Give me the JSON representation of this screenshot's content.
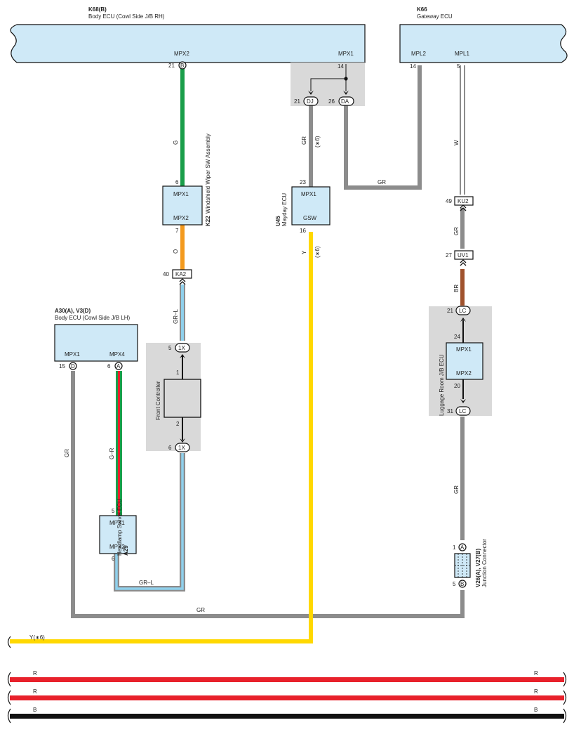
{
  "components": {
    "k68": {
      "code": "K68(B)",
      "name": "Body ECU (Cowl Side J/B RH)",
      "pin_mpx2": "MPX2",
      "pin_mpx1": "MPX1"
    },
    "k66": {
      "code": "K66",
      "name": "Gateway ECU",
      "pin_mpl2": "MPL2",
      "pin_mpl1": "MPL1"
    },
    "k22": {
      "code": "K22",
      "name": "Windshield Wiper SW Assembly",
      "pin_top": "MPX1",
      "pin_bottom": "MPX2"
    },
    "u45": {
      "code": "U45",
      "name": "Mayday ECU",
      "pin_top": "MPX1",
      "pin_bottom": "GSW"
    },
    "a30": {
      "code": "A30(A), V3(D)",
      "name": "Body ECU (Cowl Side J/B LH)",
      "pin_mpx1": "MPX1",
      "pin_mpx4": "MPX4"
    },
    "front_controller": {
      "name": "Front Controller",
      "pin_top": "1",
      "pin_bottom": "2"
    },
    "a29": {
      "code": "A29",
      "name": "Headlamp Swivel ECU",
      "pin_top": "MPX1",
      "pin_bottom": "MPX2"
    },
    "luggage": {
      "name": "Luggage Room J/B ECU",
      "pin_top": "MPX1",
      "pin_bottom": "MPX2"
    },
    "v26": {
      "code": "V26(A), V27(B)",
      "name": "Junction Connector"
    }
  },
  "pins": {
    "k68_mpx2": "21",
    "k68_mpx2_conn": "B",
    "k68_mpx1": "14",
    "dj_pin": "21",
    "dj": "DJ",
    "da_pin": "26",
    "da": "DA",
    "k66_mpl2": "14",
    "k66_mpl1": "5",
    "k22_top": "6",
    "k22_bottom": "7",
    "ka2_pin": "40",
    "ka2": "KA2",
    "u45_top": "23",
    "u45_bottom": "16",
    "ku2_pin": "49",
    "ku2": "KU2",
    "uv1_pin": "27",
    "uv1": "UV1",
    "lc_top_pin": "21",
    "lc": "LC",
    "lug_top": "24",
    "lug_bottom": "20",
    "lc_bottom_pin": "31",
    "x1_top_pin": "5",
    "x1": "1X",
    "x1_bottom_pin": "6",
    "a30_mpx1": "15",
    "a30_mpx1_conn": "D",
    "a30_mpx4": "6",
    "a30_mpx4_conn": "A",
    "a29_top": "5",
    "a29_bottom": "6",
    "v26_top": "1",
    "v26_top_conn": "A",
    "v26_bottom": "5",
    "v26_bottom_conn": "B"
  },
  "wires": {
    "g": "G",
    "o": "O",
    "grl": "GR–L",
    "gr": "GR",
    "star6": "(∗6)",
    "y": "Y",
    "w": "W",
    "br": "BR",
    "gr_r": "G–R",
    "grl_bottom": "GR–L",
    "gr_bottom": "GR",
    "y_bus": "Y(∗6)",
    "r": "R",
    "b": "B"
  },
  "colors": {
    "box_fill": "#cfe9f7",
    "shade": "#d9d9d9",
    "gray_wire": "#8c8c8c",
    "green_wire": "#1a9e4a",
    "orange_wire": "#f39a1e",
    "yellow_wire": "#ffd800",
    "brown_wire": "#a0522d",
    "red_wire": "#e8212b",
    "black_wire": "#111111",
    "light_blue_wire": "#8fd0ec"
  }
}
